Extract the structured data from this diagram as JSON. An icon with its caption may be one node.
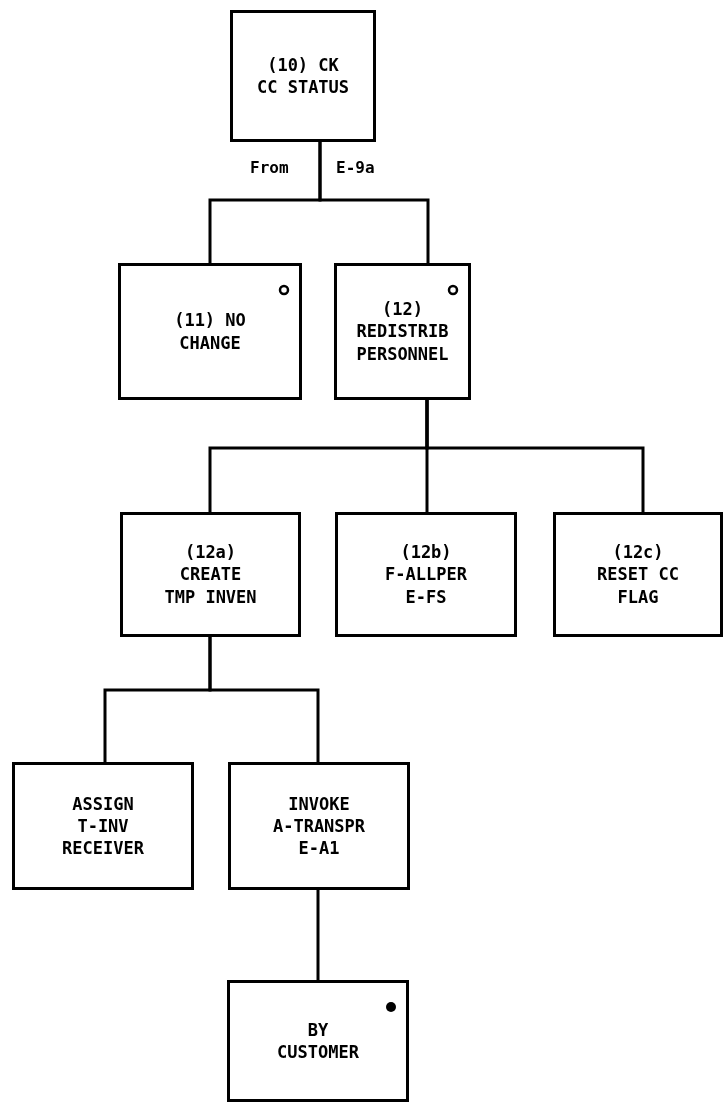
{
  "diagram": {
    "nodes": [
      {
        "text": [
          "(10) CK CC STATUS"
        ]
      },
      {
        "text": [
          "(11) NO CHANGE"
        ]
      },
      {
        "text": [
          "(12) REDISTRIB PERSONNEL"
        ]
      },
      {
        "text": [
          "(12a) CREATE TMP INVEN"
        ]
      },
      {
        "text": [
          "(12b) F-ALLPER E-FS"
        ]
      },
      {
        "text": [
          "(12c) RESET CC FLAG"
        ]
      },
      {
        "text": [
          "ASSIGN T-INV RECEIVER"
        ]
      },
      {
        "text": [
          "INVOKE A-TRANSPR E-A1"
        ]
      },
      {
        "text": [
          "BY CUSTOMER"
        ]
      }
    ],
    "edges": [
      {
        "from": 0,
        "to": 1,
        "arrow": "none"
      },
      {
        "from": 0,
        "to": 2,
        "arrow": "none"
      },
      {
        "from": 2,
        "to": 3,
        "arrow": "none"
      },
      {
        "from": 2,
        "to": 4,
        "arrow": "none"
      },
      {
        "from": 2,
        "to": 5,
        "arrow": "none"
      },
      {
        "from": 3,
        "to": 6,
        "arrow": "none"
      },
      {
        "from": 3,
        "to": 7,
        "arrow": "none"
      },
      {
        "from": 7,
        "to": 8,
        "arrow": "none"
      }
    ],
    "labels": [
      "From",
      "E-9a"
    ]
  }
}
